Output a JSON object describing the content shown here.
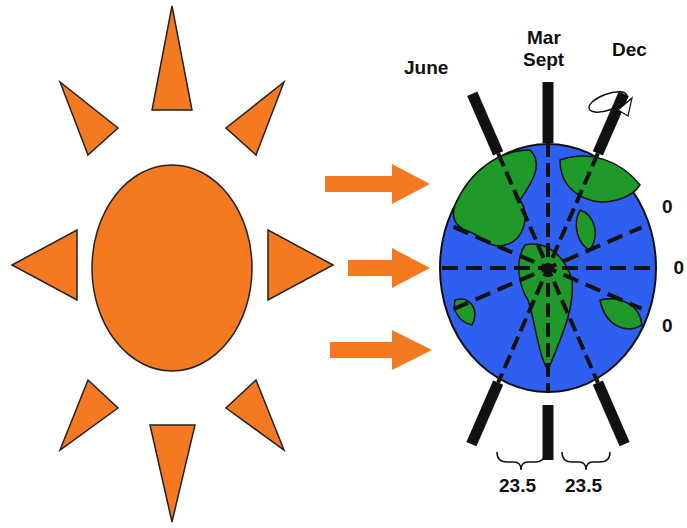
{
  "diagram": {
    "labels": [
      "June",
      "Mar",
      "Sept",
      "Dec",
      "0",
      "0",
      "0",
      "23.5",
      "23.5"
    ]
  }
}
